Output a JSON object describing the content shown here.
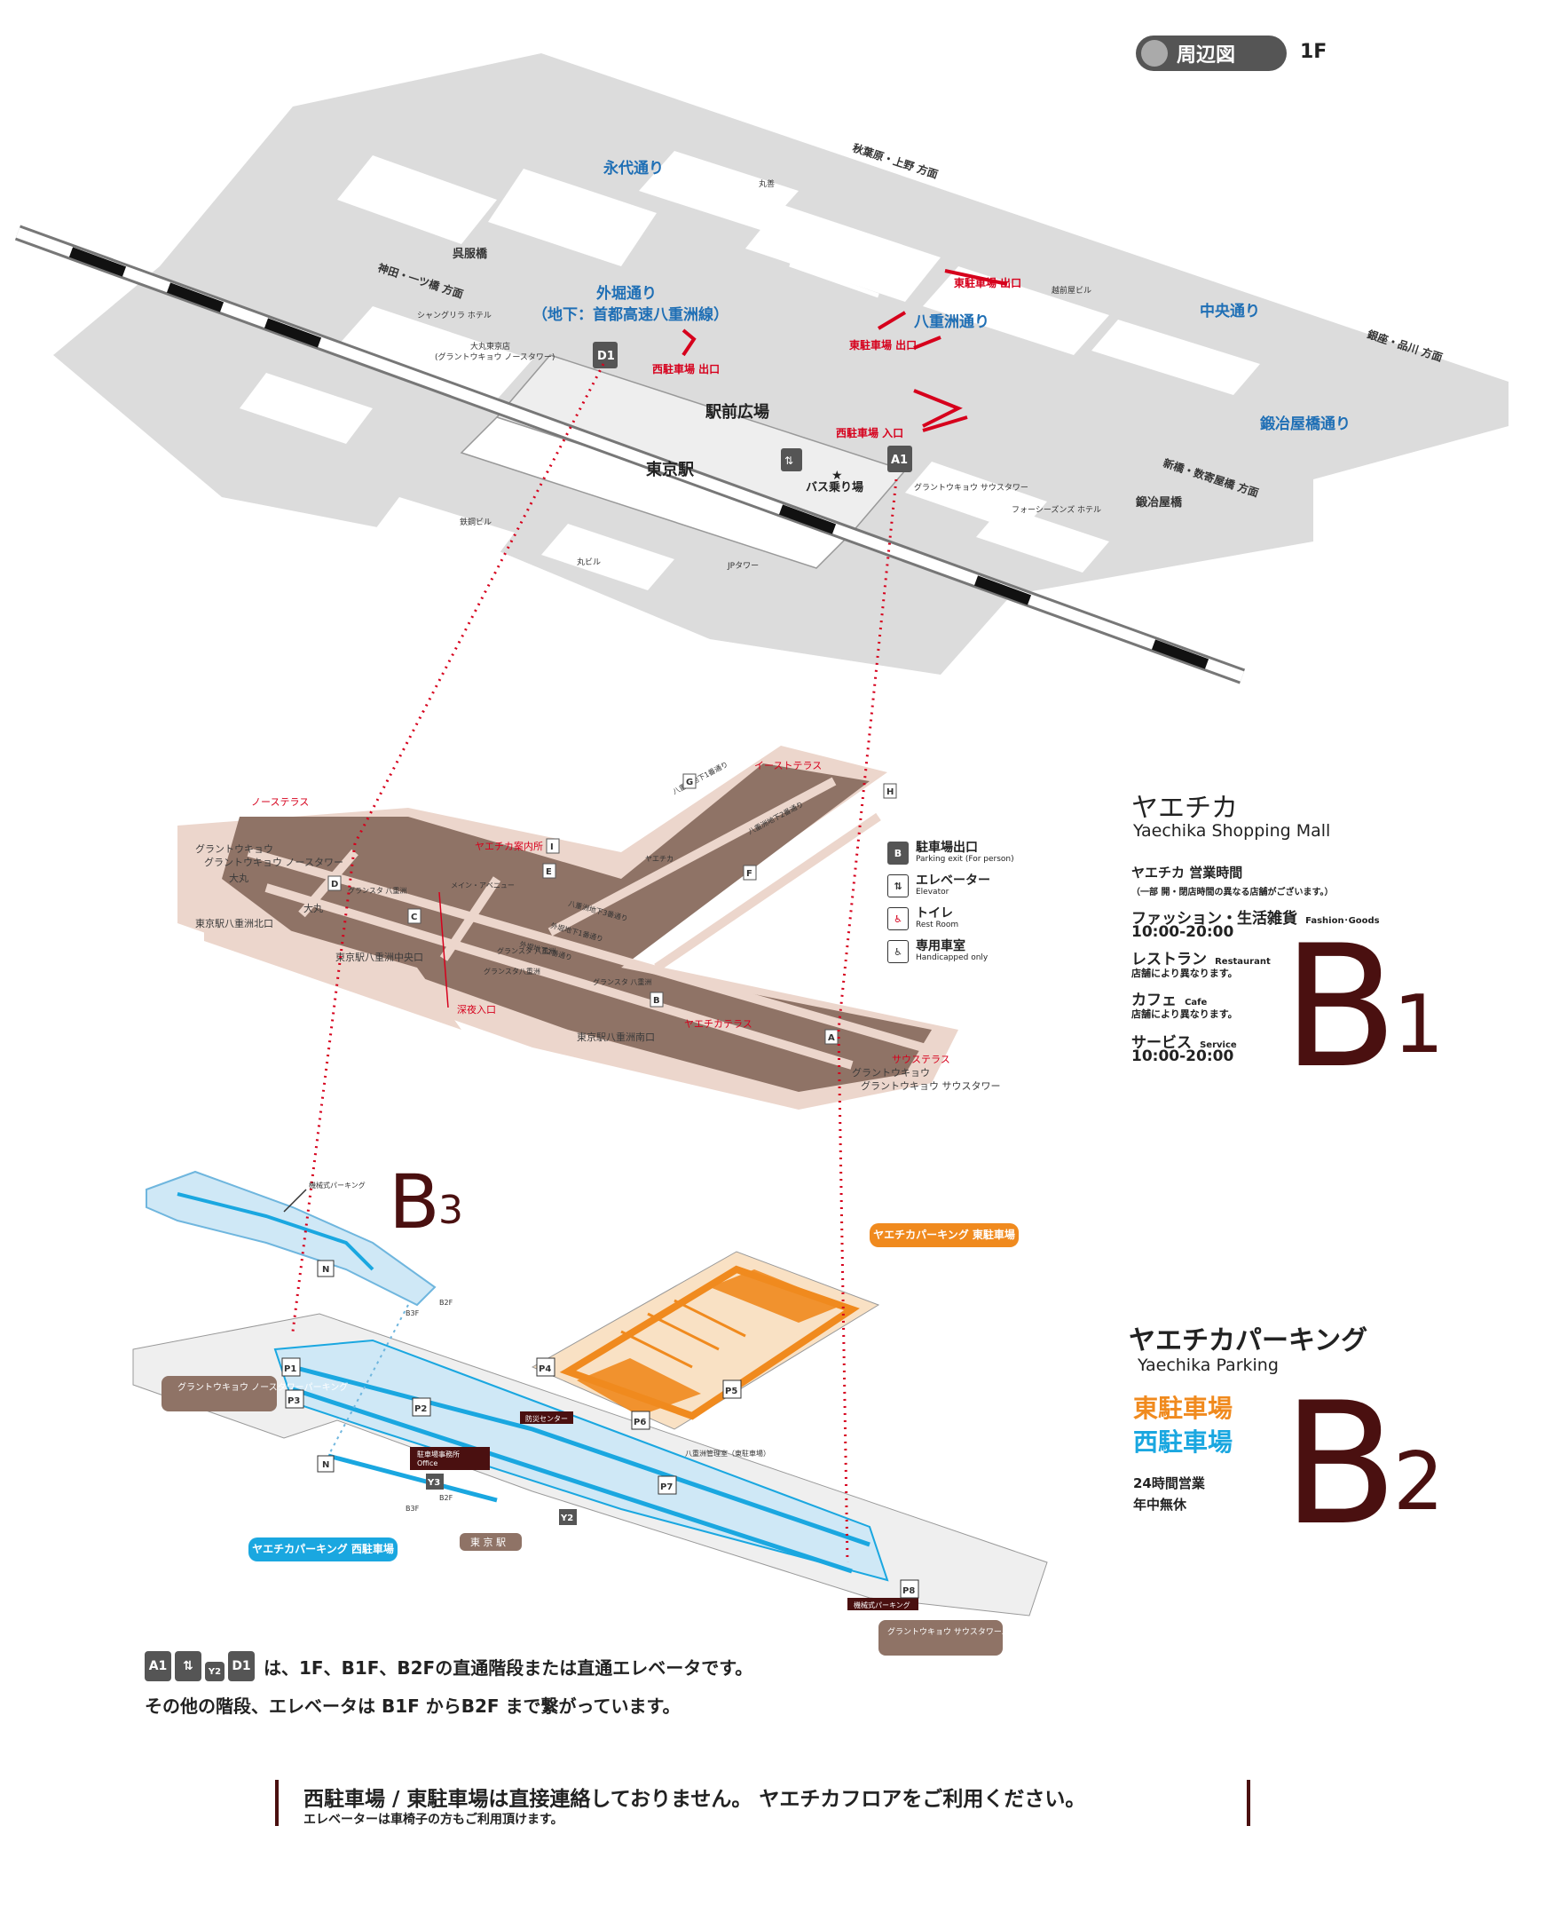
{
  "header": {
    "title": "周辺図",
    "floor": "1F"
  },
  "map_1f": {
    "streets": [
      "永代通り",
      "外堀通り",
      "（地下：首都高速八重洲線）",
      "八重洲通り",
      "中央通り",
      "鍛冶屋橋通り"
    ],
    "directions": [
      "秋葉原・上野 方面",
      "神田・一ツ橋 方面",
      "銀座・品川 方面",
      "新橋・数寄屋橋 方面"
    ],
    "places": [
      "呉服橋",
      "鍛冶屋橋",
      "駅前広場",
      "東京駅",
      "バス乗り場"
    ],
    "buildings": [
      "丸善",
      "シャングリラ ホテル",
      "大丸東京店",
      "(グラントウキョウ ノースタワー)",
      "グラントウキョウ サウスタワー",
      "フォーシーズンズ ホテル",
      "鉄鋼ビル",
      "丸ビル",
      "JPタワー",
      "越前屋ビル"
    ],
    "parking_labels": [
      "西駐車場 出口",
      "東駐車場 出口",
      "東駐車場 出口",
      "西駐車場 入口"
    ],
    "exits": [
      "D1",
      "A1"
    ]
  },
  "map_b1": {
    "labels": [
      "グラントウキョウ ノースタワー",
      "大丸",
      "大丸",
      "東京駅八重洲北口",
      "東京駅八重洲中央口",
      "東京駅八重洲南口",
      "グランスタ 八重洲",
      "グランスタ 八重洲",
      "グランスタ八重洲",
      "グランスタ 八重洲",
      "メイン・アベニュー",
      "ヤエチカ",
      "八重洲地下1番通り",
      "八重洲地下2番通り",
      "八重洲地下3番通り",
      "外堀地下1番通り",
      "外堀地下2番通り",
      "グラントウキョウ サウスタワー"
    ],
    "red_labels": [
      "ノーステラス",
      "ヤエチカ案内所",
      "イーストテラス",
      "深夜入口",
      "ヤエチカテラス",
      "サウステラス"
    ],
    "markers": [
      "G",
      "F",
      "E",
      "D",
      "C",
      "B",
      "A",
      "H",
      "I"
    ]
  },
  "map_b2b3": {
    "b3_label": "機械式パーキング",
    "labels": [
      "グラントウキョウ ノースタワーパーキング",
      "駐車場事務所",
      "Office",
      "防災センター",
      "八重洲管理室（東駐車場）",
      "東 京 駅",
      "機械式パーキング",
      "グラントウキョウ サウスタワーパーキング",
      "B2F",
      "B3F",
      "B2F",
      "B3F"
    ],
    "markers": [
      "P1",
      "P2",
      "P3",
      "P4",
      "P5",
      "P6",
      "P7",
      "P8",
      "Y2",
      "Y3",
      "N",
      "N"
    ]
  },
  "b1_info": {
    "title_jp": "ヤエチカ",
    "title_en": "Yaechika Shopping Mall",
    "hours_title": "ヤエチカ 営業時間",
    "hours_note": "（一部 開・閉店時間の異なる店舗がございます。）",
    "cat1_jp": "ファッション・生活雑貨",
    "cat1_en": "Fashion･Goods",
    "cat1_hours": "10:00-20:00",
    "cat2_jp": "レストラン",
    "cat2_en": "Restaurant",
    "cat2_note": "店舗により異なります。",
    "cat3_jp": "カフェ",
    "cat3_en": "Cafe",
    "cat3_note": "店舗により異なります。",
    "cat4_jp": "サービス",
    "cat4_en": "Service",
    "cat4_hours": "10:00-20:00",
    "floor_letter": "B",
    "floor_num": "1"
  },
  "legend": [
    {
      "icon": "B",
      "jp": "駐車場出口",
      "en": "Parking exit (For person)"
    },
    {
      "icon": "⇅",
      "jp": "エレベーター",
      "en": "Elevator"
    },
    {
      "icon": "♿",
      "jp": "トイレ",
      "en": "Rest Room"
    },
    {
      "icon": "♿",
      "jp": "専用車室",
      "en": "Handicapped only"
    }
  ],
  "b3": {
    "letter": "B",
    "num": "3"
  },
  "b2_info": {
    "title_jp": "ヤエチカパーキング",
    "title_en": "Yaechika Parking",
    "east": "東駐車場",
    "west": "西駐車場",
    "open": "24時間営業",
    "closed": "年中無休",
    "floor_letter": "B",
    "floor_num": "2",
    "east_badge": "ヤエチカパーキング 東駐車場",
    "west_badge": "ヤエチカパーキング 西駐車場"
  },
  "notes": {
    "line1": "は、1F、B1F、B2Fの直通階段または直通エレベータです。",
    "line2": "その他の階段、エレベータは B1F からB2F まで繋がっています。",
    "footer_main": "西駐車場 / 東駐車場は直接連絡しておりません。 ヤエチカフロアをご利用ください。",
    "footer_sub": "エレベーターは車椅子の方もご利用頂けます。",
    "chips": [
      "A1",
      "Y2",
      "D1"
    ]
  },
  "colors": {
    "road": "#d2d2d2",
    "b1_brown": "#8f7366",
    "b1_beige": "#ecd6cc",
    "east_orange": "#f08a1e",
    "west_blue": "#1aa7e0",
    "floor_dark": "#4a1010",
    "street_blue": "#1f6fb5",
    "red": "#d6001c"
  }
}
